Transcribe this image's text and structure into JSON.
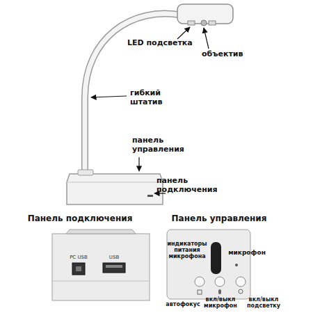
{
  "diagram": {
    "labels": [
      "LED подсветка",
      "объектив",
      "гибкий штатив",
      "панель управления",
      "панель подключения",
      "Панель подключения",
      "Панель управления",
      "PC USB",
      "USB",
      "индикаторы питания микрофона",
      "микрофон",
      "автофокус",
      "вкл/выкл микрофон",
      "вкл/выкл подсветку"
    ]
  }
}
